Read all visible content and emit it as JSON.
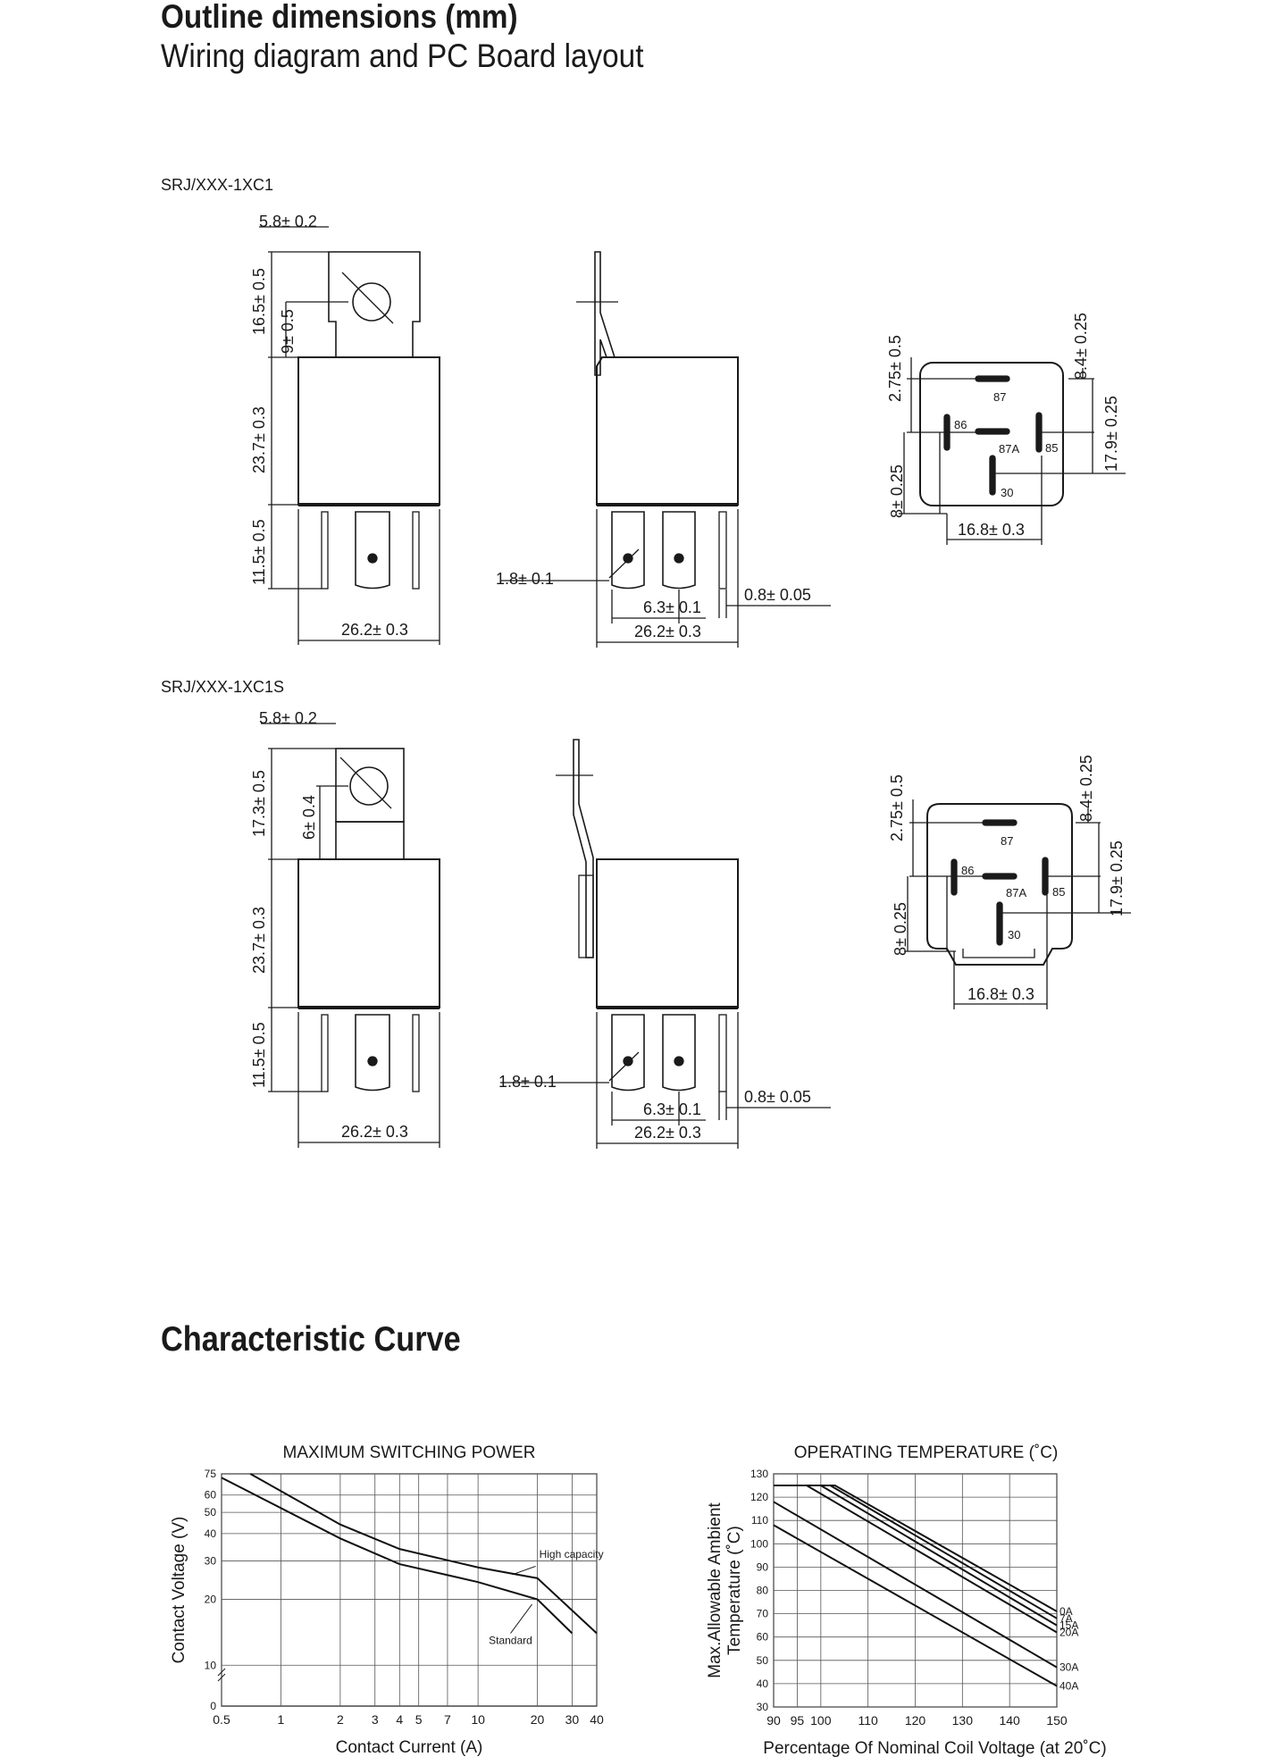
{
  "header": {
    "title": "Outline dimensions (mm)",
    "subtitle": "Wiring diagram and PC Board layout",
    "section_title": "Characteristic Curve"
  },
  "variant1": {
    "model": "SRJ/XXX-1XC1",
    "front": {
      "bracket_width": "5.8± 0.2",
      "bracket_height": "16.5± 0.5",
      "hole_pos": "9± 0.5",
      "body_height": "23.7± 0.3",
      "pin_length": "11.5± 0.5",
      "body_width": "26.2± 0.3"
    },
    "side": {
      "pin_width": "1.8± 0.1",
      "pin_spacing": "6.3± 0.1",
      "pin_thickness": "0.8± 0.05",
      "body_width": "26.2± 0.3"
    },
    "bottom": {
      "dim_top": "2.75± 0.5",
      "dim_left": "8± 0.25",
      "dim_right_top": "8.4± 0.25",
      "dim_right": "17.9± 0.25",
      "dim_bottom": "16.8± 0.3",
      "pins": [
        "87",
        "86",
        "87A",
        "85",
        "30"
      ]
    }
  },
  "variant2": {
    "model": "SRJ/XXX-1XC1S",
    "front": {
      "bracket_width": "5.8± 0.2",
      "bracket_height": "17.3± 0.5",
      "hole_pos": "6± 0.4",
      "body_height": "23.7± 0.3",
      "pin_length": "11.5± 0.5",
      "body_width": "26.2± 0.3"
    },
    "side": {
      "pin_width": "1.8± 0.1",
      "pin_spacing": "6.3± 0.1",
      "pin_thickness": "0.8± 0.05",
      "body_width": "26.2± 0.3"
    },
    "bottom": {
      "dim_top": "2.75± 0.5",
      "dim_left": "8± 0.25",
      "dim_right_top": "8.4± 0.25",
      "dim_right": "17.9± 0.25",
      "dim_bottom": "16.8± 0.3",
      "pins": [
        "87",
        "86",
        "87A",
        "85",
        "30"
      ]
    }
  },
  "chart_data": [
    {
      "type": "line",
      "title": "MAXIMUM SWITCHING POWER",
      "xlabel": "Contact Current (A)",
      "ylabel": "Contact Voltage (V)",
      "x_scale": "log",
      "y_scale": "log",
      "x_ticks": [
        "0.5",
        "1",
        "2",
        "3",
        "4",
        "5",
        "7",
        "10",
        "20",
        "30",
        "40"
      ],
      "y_ticks": [
        "75",
        "60",
        "50",
        "40",
        "30",
        "20",
        "10",
        "0"
      ],
      "grid": true,
      "series": [
        {
          "name": "High capacity",
          "x": [
            0.7,
            2,
            4,
            10,
            20,
            40
          ],
          "y": [
            75,
            44,
            34,
            28,
            25,
            14
          ]
        },
        {
          "name": "Standard",
          "x": [
            0.5,
            2,
            4,
            10,
            20,
            30
          ],
          "y": [
            72,
            38,
            29,
            24,
            20,
            14
          ]
        }
      ]
    },
    {
      "type": "line",
      "title": "OPERATING TEMPERATURE (˚C)",
      "xlabel": "Percentage Of Nominal Coil Voltage (at 20˚C)",
      "ylabel": "Max.Allowable Ambient Temperature (˚C)",
      "x_ticks": [
        "90",
        "95",
        "100",
        "110",
        "120",
        "130",
        "140",
        "150"
      ],
      "y_ticks": [
        "130",
        "120",
        "110",
        "100",
        "90",
        "80",
        "70",
        "60",
        "50",
        "40",
        "30"
      ],
      "xlim": [
        90,
        150
      ],
      "ylim": [
        30,
        130
      ],
      "grid": true,
      "series": [
        {
          "name": "0A",
          "x": [
            90,
            103,
            150
          ],
          "y": [
            125,
            125,
            71
          ]
        },
        {
          "name": "7A",
          "x": [
            90,
            102,
            150
          ],
          "y": [
            125,
            125,
            68
          ]
        },
        {
          "name": "15A",
          "x": [
            90,
            100,
            150
          ],
          "y": [
            125,
            125,
            65
          ]
        },
        {
          "name": "20A",
          "x": [
            90,
            97,
            150
          ],
          "y": [
            125,
            125,
            62
          ]
        },
        {
          "name": "30A",
          "x": [
            90,
            150
          ],
          "y": [
            118,
            47
          ]
        },
        {
          "name": "40A",
          "x": [
            90,
            150
          ],
          "y": [
            108,
            39
          ]
        }
      ]
    }
  ]
}
